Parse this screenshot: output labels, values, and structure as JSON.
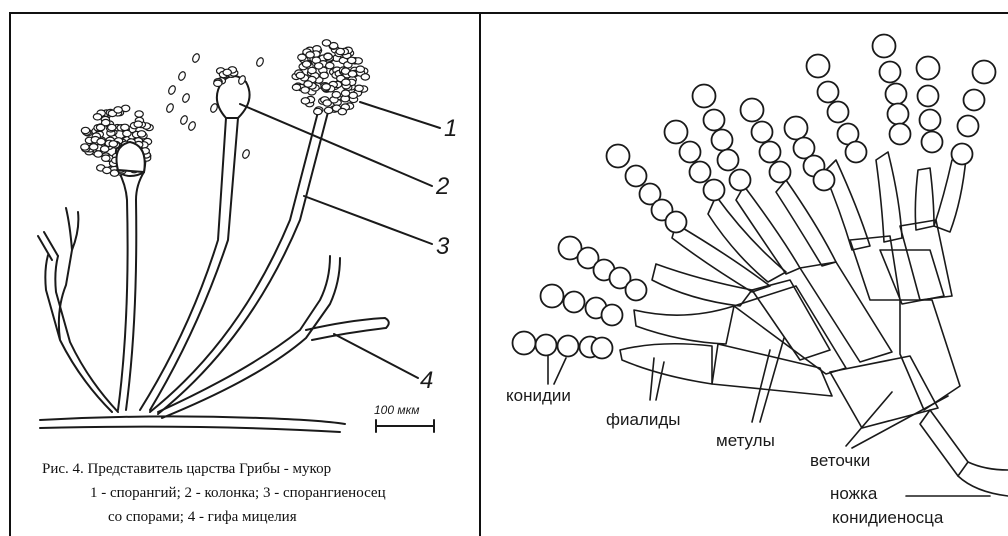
{
  "left_panel": {
    "number_labels": [
      "1",
      "2",
      "3",
      "4"
    ],
    "scale_label": "100 мкм",
    "caption_line1": "Рис. 4. Представитель царства Грибы - мукор",
    "caption_line2": "1 - спорангий; 2 - колонка; 3 - спорангиеносец",
    "caption_line3": "со спорами; 4 - гифа мицелия"
  },
  "right_panel": {
    "labels": {
      "conidia": "конидии",
      "phialides": "фиалиды",
      "metulae": "метулы",
      "branches": "веточки",
      "stalk_line1": "ножка",
      "stalk_line2": "конидиеносца"
    }
  },
  "colors": {
    "ink": "#1a1a1a",
    "background": "#ffffff"
  }
}
